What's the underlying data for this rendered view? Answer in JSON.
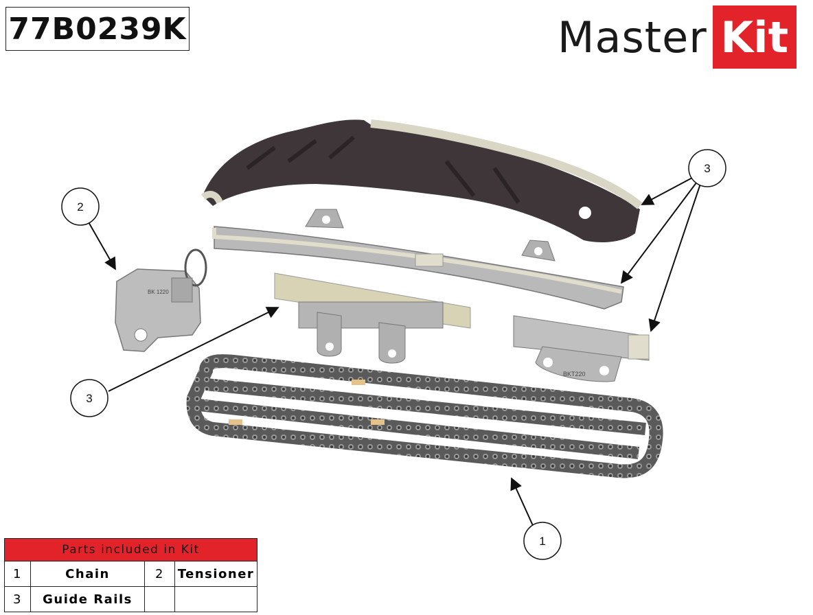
{
  "part_code": "77B0239K",
  "logo": {
    "word": "Master",
    "badge": "Kit",
    "badge_color": "#e3232a"
  },
  "callouts": [
    "1",
    "2",
    "3",
    "3"
  ],
  "part_markings": {
    "tensioner": "BK 1220",
    "rail": "BKT220"
  },
  "parts_table": {
    "header": "Parts included in Kit",
    "rows": [
      [
        {
          "num": "1",
          "name": "Chain"
        },
        {
          "num": "2",
          "name": "Tensioner"
        }
      ],
      [
        {
          "num": "3",
          "name": "Guide Rails"
        },
        {
          "num": "",
          "name": ""
        }
      ]
    ]
  }
}
